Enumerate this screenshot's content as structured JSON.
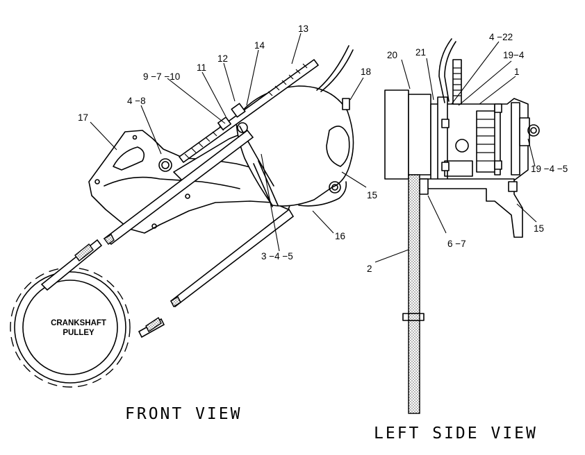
{
  "views": {
    "front": "FRONT VIEW",
    "side": "LEFT SIDE VIEW"
  },
  "pulley_label": {
    "line1": "CRANKSHAFT",
    "line2": "PULLEY"
  },
  "callouts": {
    "c13": "13",
    "c14": "14",
    "c12": "12",
    "c11": "11",
    "c9_7_10": "9 −7 −10",
    "c4_8": "4 −8",
    "c17": "17",
    "c18": "18",
    "c15a": "15",
    "c16": "16",
    "c3_4_5": "3 −4 −5",
    "c20": "20",
    "c21": "21",
    "c4_22": "4 −22",
    "c19_4": "19−4",
    "c1": "1",
    "c19_4_5": "19 −4 −5",
    "c15b": "15",
    "c6_7": "6 −7",
    "c2": "2"
  }
}
